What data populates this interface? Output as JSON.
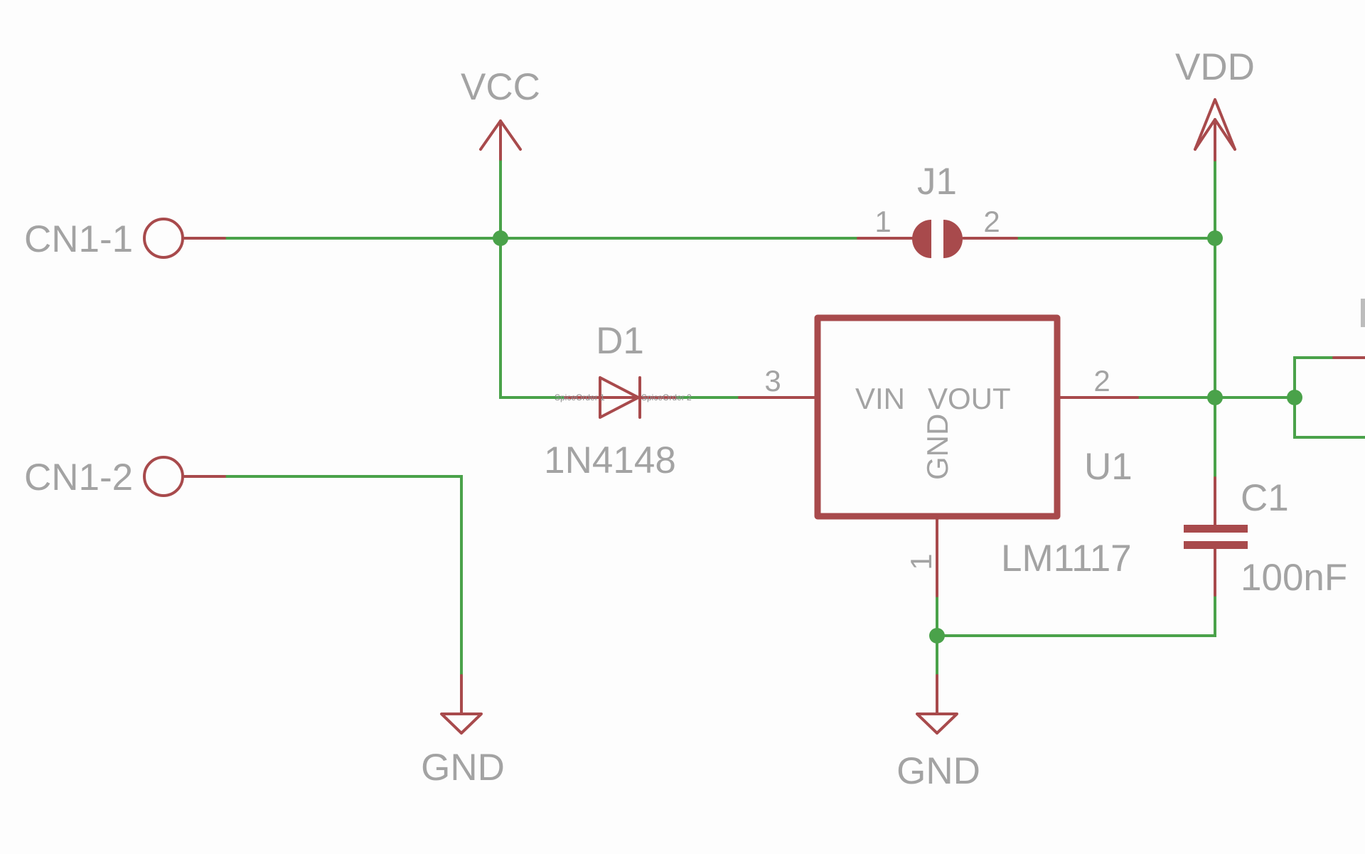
{
  "schematic": {
    "colors": {
      "wire": "#4aa24a",
      "part": "#a84a4c",
      "label": "#a3a3a3",
      "background": "#fdfdfd"
    },
    "connectors": [
      {
        "name": "CN1-1"
      },
      {
        "name": "CN1-2"
      }
    ],
    "power": {
      "vcc": "VCC",
      "vdd": "VDD",
      "gnd_left": "GND",
      "gnd_mid": "GND"
    },
    "jumper": {
      "ref": "J1",
      "pin1": "1",
      "pin2": "2"
    },
    "diode": {
      "ref": "D1",
      "value": "1N4148",
      "spice1": "SpiceOrder 1",
      "spice2": "SpiceOrder 2"
    },
    "regulator": {
      "ref": "U1",
      "value": "LM1117",
      "vin": "VIN",
      "vout": "VOUT",
      "gnd": "GND",
      "pin_in": "3",
      "pin_out": "2",
      "pin_gnd": "1"
    },
    "capacitor": {
      "ref": "C1",
      "value": "100nF"
    }
  }
}
